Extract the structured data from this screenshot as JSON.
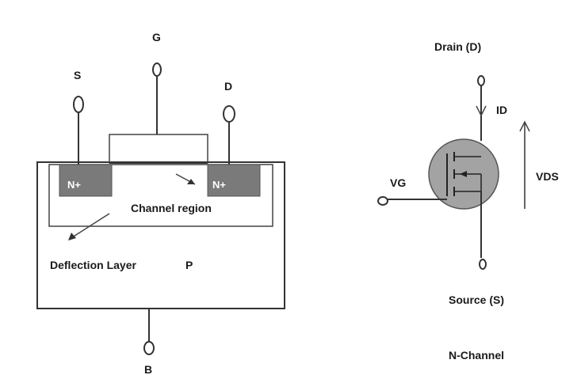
{
  "left_diagram": {
    "gate_label": "G",
    "source_label": "S",
    "drain_label": "D",
    "body_label": "B",
    "n_left_label": "N+",
    "n_right_label": "N+",
    "channel_label": "Channel region",
    "deflection_label": "Deflection Layer",
    "p_label": "P"
  },
  "right_diagram": {
    "drain_label": "Drain (D)",
    "id_label": "ID",
    "vds_label": "VDS",
    "vg_label": "VG",
    "source_label": "Source (S)",
    "type_label": "N-Channel"
  },
  "colors": {
    "n_region": "#7a7a7a",
    "mosfet_circle": "#a3a3a3",
    "line": "#333333"
  }
}
